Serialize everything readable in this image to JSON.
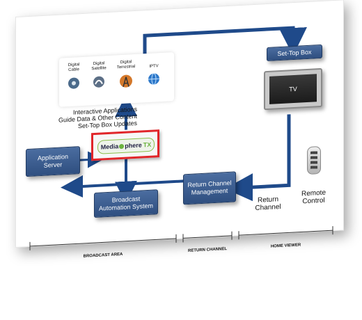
{
  "distribution": {
    "labels": [
      "Digital\nCable",
      "Digital\nSatellite",
      "Digital\nTerrestrial",
      "IPTV"
    ],
    "icons": [
      "cable-icon",
      "satellite-dish-icon",
      "terrestrial-tower-icon",
      "iptv-globe-icon"
    ]
  },
  "content_note": {
    "line1": "Interactive Applications",
    "line2": "Guide Data & Other Content",
    "line3": "Set-Top Box Updates"
  },
  "mediasphere": {
    "prefix": "Media",
    "middle": "phere",
    "suffix": "TX",
    "accent_color": "#e1262a"
  },
  "boxes": {
    "application_server": "Application\nServer",
    "broadcast_automation": "Broadcast\nAutomation System",
    "return_channel_mgmt": "Return Channel\nManagement",
    "set_top_box": "Set-Top Box",
    "tv": "TV"
  },
  "labels": {
    "return_channel": "Return\nChannel",
    "remote_control": "Remote\nControl"
  },
  "areas": {
    "broadcast": "BROADCAST AREA",
    "return_channel": "RETURN CHANNEL",
    "home_viewer": "HOME VIEWER"
  },
  "colors": {
    "arrow": "#1f4a8a",
    "box": "#3a5d93",
    "highlight_border": "#e1262a"
  }
}
